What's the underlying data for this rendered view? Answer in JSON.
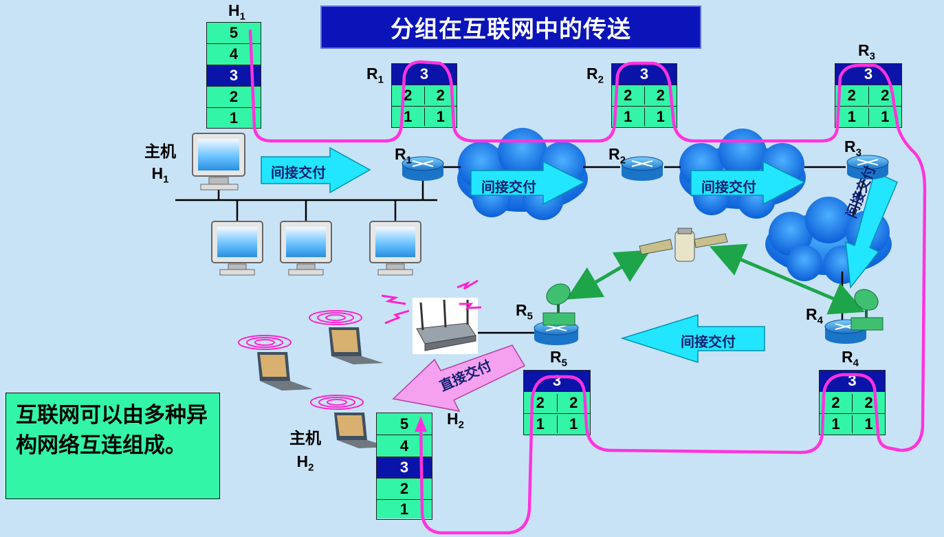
{
  "title": "分组在互联网中的传送",
  "note": "互联网可以由多种异构网络互连组成。",
  "host1": {
    "caption_line1": "主机",
    "caption_line2": "H",
    "sub": "1",
    "stack_label": "H",
    "stack_sub": "1",
    "layers": [
      "5",
      "4",
      "3",
      "2",
      "1"
    ]
  },
  "host2": {
    "caption_line1": "主机",
    "caption_line2": "H",
    "sub": "2",
    "stack_label": "H",
    "stack_sub": "2",
    "layers": [
      "5",
      "4",
      "3",
      "2",
      "1"
    ]
  },
  "router_stack_values": {
    "top": "3",
    "mid": "2",
    "bottom": "1"
  },
  "routers": [
    {
      "name": "R",
      "sub": "1"
    },
    {
      "name": "R",
      "sub": "2"
    },
    {
      "name": "R",
      "sub": "3"
    },
    {
      "name": "R",
      "sub": "4"
    },
    {
      "name": "R",
      "sub": "5"
    }
  ],
  "arrows": {
    "indirect": "间接交付",
    "direct": "直接交付"
  },
  "colors": {
    "title_bg": "#0a14b8",
    "layer_green": "#33f5a7",
    "layer_blue": "#0a14a8",
    "path": "#ff33dd",
    "arrow_cyan": "#22e6ff",
    "arrow_pink": "#f6a0f0",
    "cloud": "#1a78f0",
    "link_green": "#1ea54a",
    "background": "#c8e3f6"
  }
}
